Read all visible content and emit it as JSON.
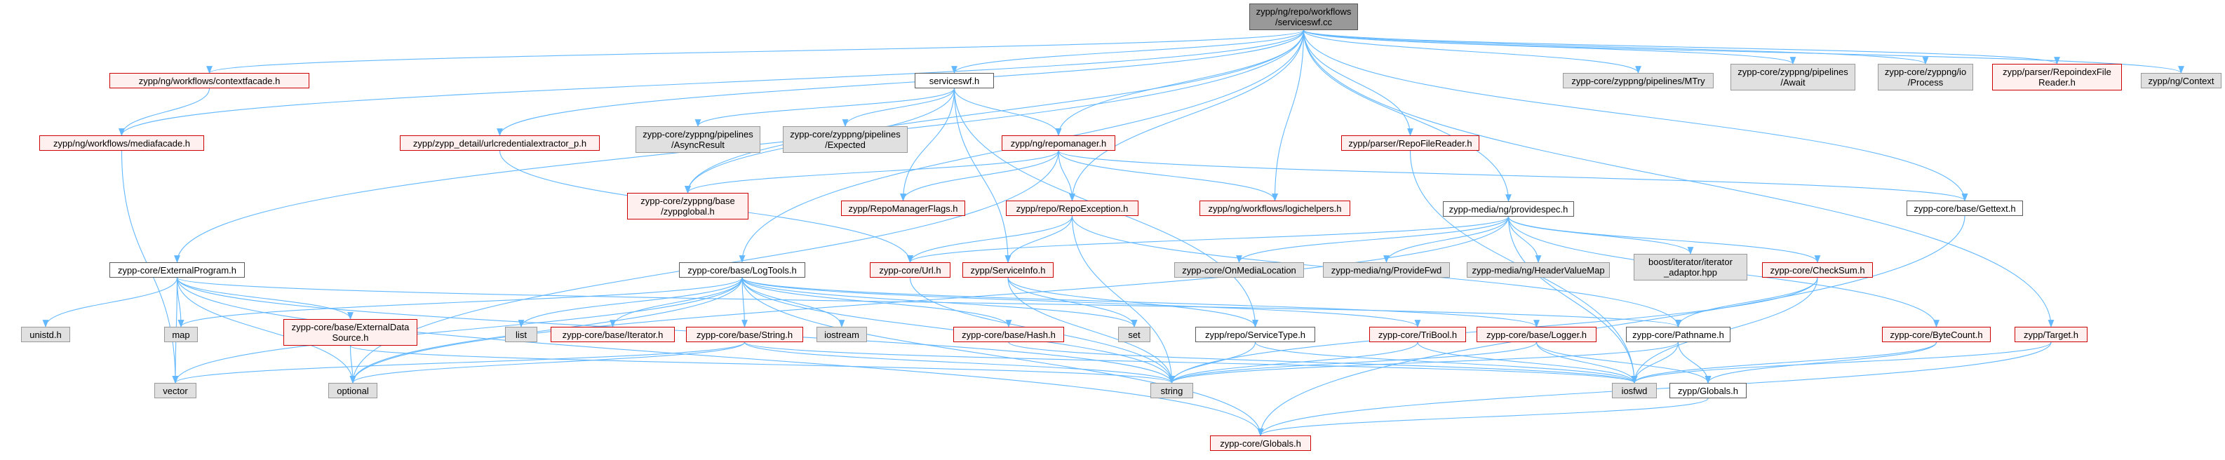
{
  "colors": {
    "edge": "#63B8FF",
    "edge_dark": "#7FA9D6",
    "red_border": "#cc0000",
    "grey_fill": "#e0e0e0",
    "focus_fill": "#999999"
  },
  "nodes": [
    {
      "id": "root",
      "label": "zypp/ng/repo/workflows\n/serviceswf.cc",
      "kind": "focus"
    },
    {
      "id": "contextfacade",
      "label": "zypp/ng/workflows/contextfacade.h",
      "kind": "red"
    },
    {
      "id": "mediafacade",
      "label": "zypp/ng/workflows/mediafacade.h",
      "kind": "red"
    },
    {
      "id": "serviceswf_h",
      "label": "serviceswf.h",
      "kind": "normal"
    },
    {
      "id": "urlcred",
      "label": "zypp/zypp_detail/urlcredentialextractor_p.h",
      "kind": "red"
    },
    {
      "id": "asyncresult",
      "label": "zypp-core/zyppng/pipelines\n/AsyncResult",
      "kind": "grey"
    },
    {
      "id": "expected",
      "label": "zypp-core/zyppng/pipelines\n/Expected",
      "kind": "grey"
    },
    {
      "id": "repomanager",
      "label": "zypp/ng/repomanager.h",
      "kind": "red"
    },
    {
      "id": "mtry",
      "label": "zypp-core/zyppng/pipelines/MTry",
      "kind": "grey"
    },
    {
      "id": "await",
      "label": "zypp-core/zyppng/pipelines\n/Await",
      "kind": "grey"
    },
    {
      "id": "process",
      "label": "zypp-core/zyppng/io\n/Process",
      "kind": "grey"
    },
    {
      "id": "repoindex",
      "label": "zypp/parser/RepoindexFile\nReader.h",
      "kind": "red"
    },
    {
      "id": "ngcontext",
      "label": "zypp/ng/Context",
      "kind": "grey"
    },
    {
      "id": "repofilereader",
      "label": "zypp/parser/RepoFileReader.h",
      "kind": "red"
    },
    {
      "id": "zyppglobal",
      "label": "zypp-core/zyppng/base\n/zyppglobal.h",
      "kind": "red"
    },
    {
      "id": "repomanagerflags",
      "label": "zypp/RepoManagerFlags.h",
      "kind": "red"
    },
    {
      "id": "repoexception",
      "label": "zypp/repo/RepoException.h",
      "kind": "red"
    },
    {
      "id": "logichelpers",
      "label": "zypp/ng/workflows/logichelpers.h",
      "kind": "red"
    },
    {
      "id": "providespec",
      "label": "zypp-media/ng/providespec.h",
      "kind": "normal"
    },
    {
      "id": "gettext",
      "label": "zypp-core/base/Gettext.h",
      "kind": "normal"
    },
    {
      "id": "externalprogram",
      "label": "zypp-core/ExternalProgram.h",
      "kind": "normal"
    },
    {
      "id": "logtools",
      "label": "zypp-core/base/LogTools.h",
      "kind": "normal"
    },
    {
      "id": "url",
      "label": "zypp-core/Url.h",
      "kind": "red"
    },
    {
      "id": "serviceinfo",
      "label": "zypp/ServiceInfo.h",
      "kind": "red"
    },
    {
      "id": "onmedialocation",
      "label": "zypp-core/OnMediaLocation",
      "kind": "grey"
    },
    {
      "id": "providefwd",
      "label": "zypp-media/ng/ProvideFwd",
      "kind": "grey"
    },
    {
      "id": "headervaluemap",
      "label": "zypp-media/ng/HeaderValueMap",
      "kind": "grey"
    },
    {
      "id": "iteratoradaptor",
      "label": "boost/iterator/iterator\n_adaptor.hpp",
      "kind": "grey"
    },
    {
      "id": "checksum",
      "label": "zypp-core/CheckSum.h",
      "kind": "red"
    },
    {
      "id": "unistd",
      "label": "unistd.h",
      "kind": "grey"
    },
    {
      "id": "map",
      "label": "map",
      "kind": "grey"
    },
    {
      "id": "externaldata",
      "label": "zypp-core/base/ExternalData\nSource.h",
      "kind": "red"
    },
    {
      "id": "list",
      "label": "list",
      "kind": "grey"
    },
    {
      "id": "iterator",
      "label": "zypp-core/base/Iterator.h",
      "kind": "red"
    },
    {
      "id": "string_h",
      "label": "zypp-core/base/String.h",
      "kind": "red"
    },
    {
      "id": "iostream",
      "label": "iostream",
      "kind": "grey"
    },
    {
      "id": "hash",
      "label": "zypp-core/base/Hash.h",
      "kind": "red"
    },
    {
      "id": "set",
      "label": "set",
      "kind": "grey"
    },
    {
      "id": "servicetype",
      "label": "zypp/repo/ServiceType.h",
      "kind": "normal"
    },
    {
      "id": "tribool",
      "label": "zypp-core/TriBool.h",
      "kind": "red"
    },
    {
      "id": "logger",
      "label": "zypp-core/base/Logger.h",
      "kind": "red"
    },
    {
      "id": "pathname",
      "label": "zypp-core/Pathname.h",
      "kind": "normal"
    },
    {
      "id": "bytecount",
      "label": "zypp-core/ByteCount.h",
      "kind": "red"
    },
    {
      "id": "target",
      "label": "zypp/Target.h",
      "kind": "red"
    },
    {
      "id": "vector",
      "label": "vector",
      "kind": "grey"
    },
    {
      "id": "optional",
      "label": "optional",
      "kind": "grey"
    },
    {
      "id": "string",
      "label": "string",
      "kind": "grey"
    },
    {
      "id": "iosfwd",
      "label": "iosfwd",
      "kind": "grey"
    },
    {
      "id": "zyppglobals",
      "label": "zypp/Globals.h",
      "kind": "normal"
    },
    {
      "id": "coreglobals",
      "label": "zypp-core/Globals.h",
      "kind": "red"
    }
  ],
  "edges": [
    [
      "root",
      "contextfacade"
    ],
    [
      "root",
      "mediafacade"
    ],
    [
      "root",
      "serviceswf_h"
    ],
    [
      "root",
      "urlcred"
    ],
    [
      "root",
      "repomanager"
    ],
    [
      "root",
      "mtry"
    ],
    [
      "root",
      "await"
    ],
    [
      "root",
      "process"
    ],
    [
      "root",
      "repoindex"
    ],
    [
      "root",
      "ngcontext"
    ],
    [
      "root",
      "repofilereader"
    ],
    [
      "root",
      "zyppglobal"
    ],
    [
      "root",
      "repoexception"
    ],
    [
      "root",
      "logichelpers"
    ],
    [
      "root",
      "providespec"
    ],
    [
      "root",
      "gettext"
    ],
    [
      "root",
      "externalprogram"
    ],
    [
      "root",
      "logtools"
    ],
    [
      "root",
      "target"
    ],
    [
      "contextfacade",
      "mediafacade"
    ],
    [
      "mediafacade",
      "vector"
    ],
    [
      "serviceswf_h",
      "asyncresult"
    ],
    [
      "serviceswf_h",
      "expected"
    ],
    [
      "serviceswf_h",
      "repomanager"
    ],
    [
      "serviceswf_h",
      "zyppglobal"
    ],
    [
      "serviceswf_h",
      "repomanagerflags"
    ],
    [
      "serviceswf_h",
      "serviceinfo"
    ],
    [
      "serviceswf_h",
      "servicetype"
    ],
    [
      "urlcred",
      "url"
    ],
    [
      "repomanager",
      "zyppglobal"
    ],
    [
      "repomanager",
      "repomanagerflags"
    ],
    [
      "repomanager",
      "repoexception"
    ],
    [
      "repomanager",
      "logichelpers"
    ],
    [
      "repomanager",
      "gettext"
    ],
    [
      "repomanager",
      "optional"
    ],
    [
      "repofilereader",
      "iosfwd"
    ],
    [
      "repoexception",
      "url"
    ],
    [
      "repoexception",
      "serviceinfo"
    ],
    [
      "repoexception",
      "string"
    ],
    [
      "repoexception",
      "pathname"
    ],
    [
      "providespec",
      "onmedialocation"
    ],
    [
      "providespec",
      "providefwd"
    ],
    [
      "providespec",
      "headervaluemap"
    ],
    [
      "providespec",
      "iteratoradaptor"
    ],
    [
      "providespec",
      "checksum"
    ],
    [
      "providespec",
      "bytecount"
    ],
    [
      "providespec",
      "optional"
    ],
    [
      "providespec",
      "iosfwd"
    ],
    [
      "providespec",
      "url"
    ],
    [
      "gettext",
      "coreglobals"
    ],
    [
      "externalprogram",
      "unistd"
    ],
    [
      "externalprogram",
      "map"
    ],
    [
      "externalprogram",
      "externaldata"
    ],
    [
      "externalprogram",
      "vector"
    ],
    [
      "externalprogram",
      "optional"
    ],
    [
      "externalprogram",
      "string"
    ],
    [
      "externalprogram",
      "pathname"
    ],
    [
      "externalprogram",
      "coreglobals"
    ],
    [
      "logtools",
      "map"
    ],
    [
      "logtools",
      "list"
    ],
    [
      "logtools",
      "iterator"
    ],
    [
      "logtools",
      "string_h"
    ],
    [
      "logtools",
      "iostream"
    ],
    [
      "logtools",
      "hash"
    ],
    [
      "logtools",
      "set"
    ],
    [
      "logtools",
      "tribool"
    ],
    [
      "logtools",
      "logger"
    ],
    [
      "logtools",
      "vector"
    ],
    [
      "logtools",
      "optional"
    ],
    [
      "logtools",
      "string"
    ],
    [
      "logtools",
      "coreglobals"
    ],
    [
      "url",
      "string"
    ],
    [
      "serviceinfo",
      "set"
    ],
    [
      "serviceinfo",
      "string"
    ],
    [
      "serviceinfo",
      "servicetype"
    ],
    [
      "checksum",
      "pathname"
    ],
    [
      "checksum",
      "string"
    ],
    [
      "checksum",
      "iosfwd"
    ],
    [
      "externaldata",
      "optional"
    ],
    [
      "externaldata",
      "string"
    ],
    [
      "string_h",
      "iosfwd"
    ],
    [
      "string_h",
      "vector"
    ],
    [
      "string_h",
      "string"
    ],
    [
      "string_h",
      "optional"
    ],
    [
      "hash",
      "iosfwd"
    ],
    [
      "servicetype",
      "string"
    ],
    [
      "servicetype",
      "iosfwd"
    ],
    [
      "tribool",
      "string"
    ],
    [
      "tribool",
      "iosfwd"
    ],
    [
      "logger",
      "iosfwd"
    ],
    [
      "logger",
      "zyppglobals"
    ],
    [
      "logger",
      "string"
    ],
    [
      "pathname",
      "iosfwd"
    ],
    [
      "pathname",
      "string"
    ],
    [
      "pathname",
      "zyppglobals"
    ],
    [
      "bytecount",
      "iosfwd"
    ],
    [
      "bytecount",
      "zyppglobals"
    ],
    [
      "target",
      "iosfwd"
    ],
    [
      "target",
      "coreglobals"
    ],
    [
      "zyppglobals",
      "coreglobals"
    ]
  ]
}
